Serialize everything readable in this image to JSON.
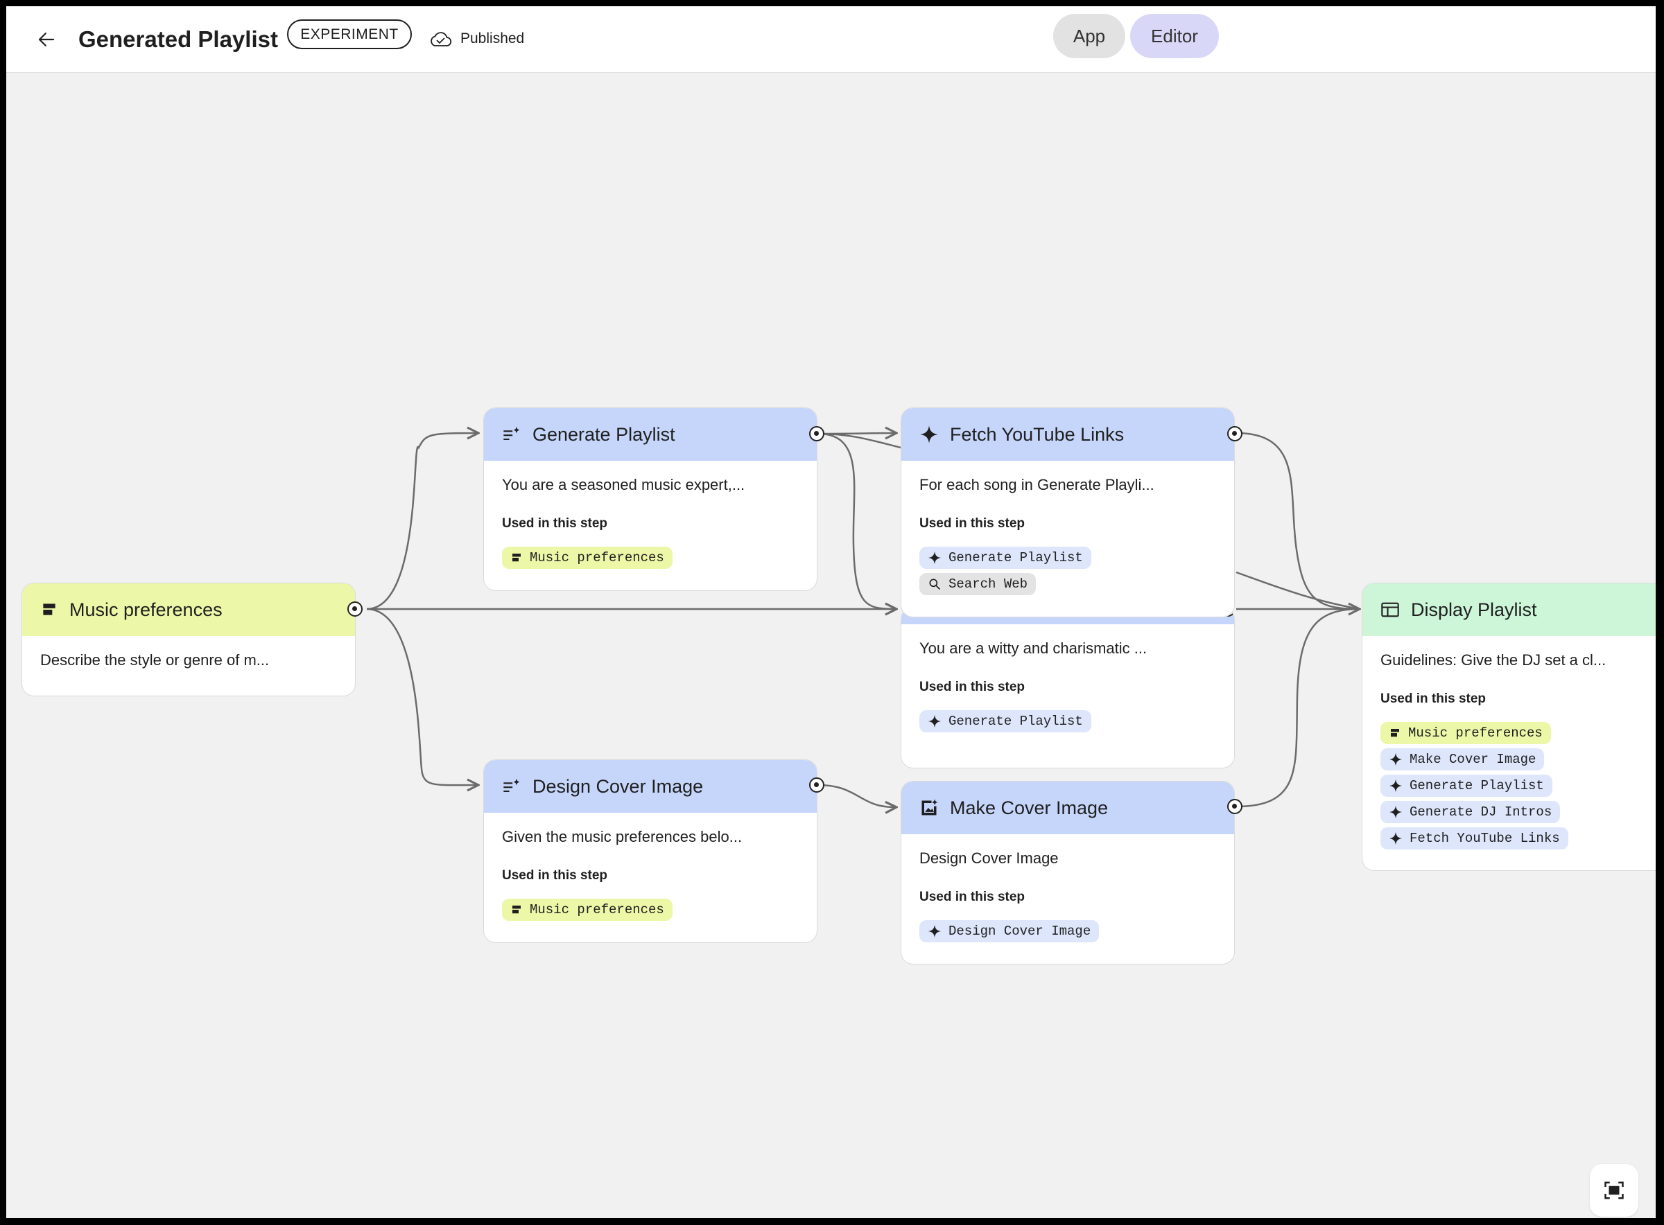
{
  "header": {
    "title": "Generated Playlist",
    "badge": "EXPERIMENT",
    "status": "Published",
    "tabs": [
      {
        "label": "App",
        "active": false
      },
      {
        "label": "Editor",
        "active": true
      }
    ]
  },
  "colors": {
    "step_header": "#c6d6fb",
    "input_header": "#ecf8a7",
    "output_header": "#cdf6d9",
    "canvas": "#f1f1f1"
  },
  "used_label": "Used in this step",
  "nodes": {
    "music_preferences": {
      "title": "Music preferences",
      "icon": "input-icon",
      "description": "Describe the style or genre of m..."
    },
    "generate_playlist": {
      "title": "Generate Playlist",
      "icon": "text-generate-icon",
      "description": "You are a seasoned music expert,...",
      "chips": [
        {
          "label": "Music preferences",
          "type": "input"
        }
      ]
    },
    "fetch_youtube_links": {
      "title": "Fetch YouTube Links",
      "icon": "sparkle-icon",
      "description": "For each song in Generate Playli...",
      "chips": [
        {
          "label": "Generate Playlist",
          "type": "step"
        },
        {
          "label": "Search Web",
          "type": "tool"
        }
      ]
    },
    "generate_dj_intros": {
      "description": "You are a witty and charismatic ...",
      "chips": [
        {
          "label": "Generate Playlist",
          "type": "step"
        }
      ]
    },
    "design_cover_image": {
      "title": "Design Cover Image",
      "icon": "text-generate-icon",
      "description": "Given the music preferences belo...",
      "chips": [
        {
          "label": "Music preferences",
          "type": "input"
        }
      ]
    },
    "make_cover_image": {
      "title": "Make Cover Image",
      "icon": "image-generate-icon",
      "description": "Design Cover Image",
      "chips": [
        {
          "label": "Design Cover Image",
          "type": "step"
        }
      ]
    },
    "display_playlist": {
      "title": "Display Playlist",
      "icon": "display-icon",
      "description": "Guidelines: Give the DJ set a cl...",
      "chips": [
        {
          "label": "Music preferences",
          "type": "input"
        },
        {
          "label": "Make Cover Image",
          "type": "step"
        },
        {
          "label": "Generate Playlist",
          "type": "step"
        },
        {
          "label": "Generate DJ Intros",
          "type": "step"
        },
        {
          "label": "Fetch YouTube Links",
          "type": "step"
        }
      ]
    }
  }
}
